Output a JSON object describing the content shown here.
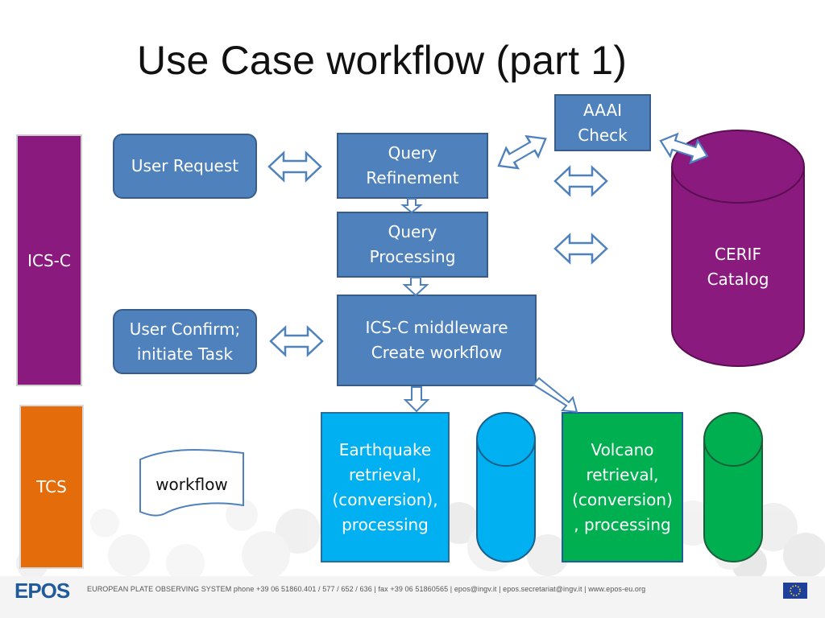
{
  "title": "Use Case workflow (part 1)",
  "left_bars": {
    "ics_c": "ICS-C",
    "tcs": "TCS"
  },
  "nodes": {
    "user_request": "User Request",
    "query_refinement": "Query\nRefinement",
    "aaai_check": "AAAI\nCheck",
    "query_processing": "Query\nProcessing",
    "cerif_catalog": "CERIF\nCatalog",
    "user_confirm": "User Confirm;\ninitiate Task",
    "middleware": "ICS-C middleware\nCreate workflow",
    "earthquake": "Earthquake\nretrieval,\n(conversion),\nprocessing",
    "volcano": "Volcano\nretrieval,\n(conversion)\n, processing",
    "workflow_doc": "workflow"
  },
  "footer": {
    "logo": "EPOS",
    "text": "EUROPEAN PLATE OBSERVING SYSTEM   phone +39 06 51860.401 / 577 / 652 / 636  |  fax +39 06 51860565  |  epos@ingv.it  |  epos.secretariat@ingv.it  |  www.epos-eu.org"
  },
  "colors": {
    "node_blue": "#4f81bd",
    "ics_purple": "#8b1a7f",
    "catalog_purple": "#8b1a7f",
    "tcs_orange": "#e46c0a",
    "earthquake_cyan": "#00b0f0",
    "volcano_green": "#00b050"
  }
}
